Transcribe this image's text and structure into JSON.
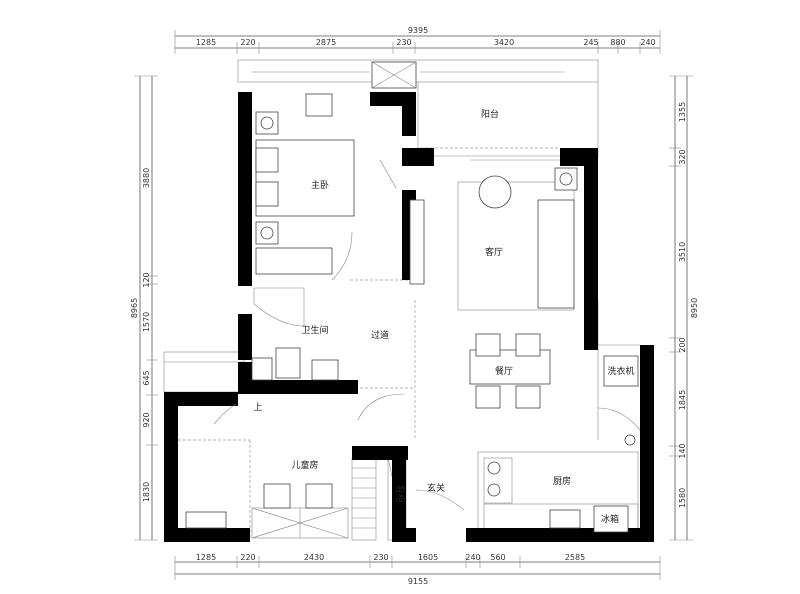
{
  "colors": {
    "wall": "#000000",
    "line": "#555555",
    "text": "#222222",
    "background": "#ffffff"
  },
  "dimensions": {
    "top_total": "9395",
    "top": [
      "1285",
      "220",
      "2875",
      "230",
      "3420",
      "245",
      "880",
      "240"
    ],
    "bottom_total": "9155",
    "bottom": [
      "1285",
      "220",
      "2430",
      "230",
      "1605",
      "240",
      "560",
      "2585"
    ],
    "left_total": "8965",
    "left": [
      "3880",
      "120",
      "1570",
      "645",
      "920",
      "1830"
    ],
    "right_total": "8950",
    "right": [
      "1355",
      "320",
      "3510",
      "200",
      "1845",
      "140",
      "1580"
    ]
  },
  "rooms": {
    "master_bedroom": "主卧",
    "balcony": "阳台",
    "living_room": "客厅",
    "bathroom": "卫生间",
    "hallway": "过道",
    "dining_room": "餐厅",
    "laundry": "洗衣机",
    "kids_room": "儿童房",
    "entrance": "玄关",
    "kitchen": "厨房",
    "fridge": "冰箱",
    "shoe_cabinet": "鞋柜",
    "up_mark": "上"
  }
}
